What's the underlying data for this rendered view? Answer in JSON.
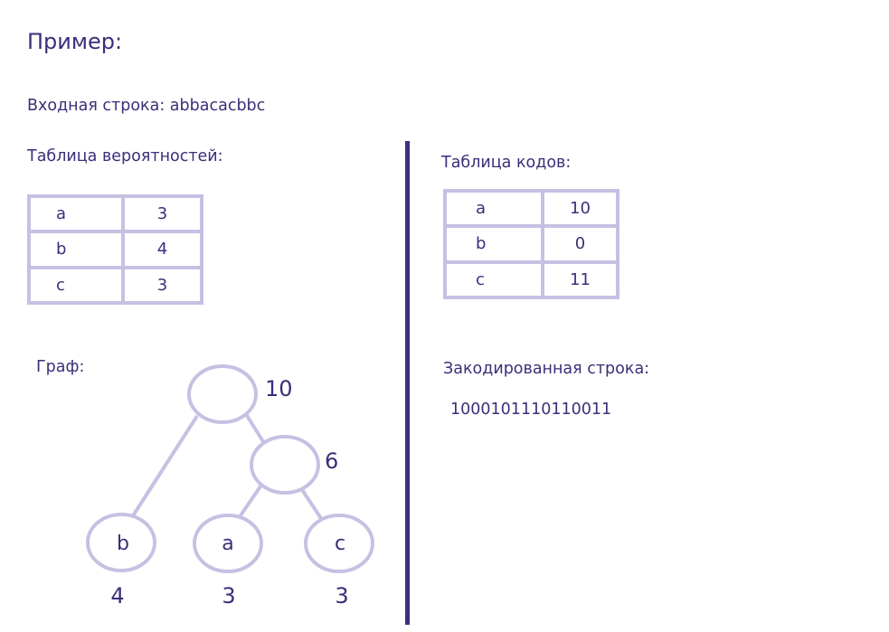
{
  "title": "Пример:",
  "input_string": {
    "text": "Входная строка: abbacacbbc"
  },
  "probability_table": {
    "heading": "Таблица вероятностей:",
    "rows": [
      {
        "symbol": "a",
        "value": "3"
      },
      {
        "symbol": "b",
        "value": "4"
      },
      {
        "symbol": "c",
        "value": "3"
      }
    ]
  },
  "code_table": {
    "heading": "Таблица кодов:",
    "rows": [
      {
        "symbol": "a",
        "code": "10"
      },
      {
        "symbol": "b",
        "code": "0"
      },
      {
        "symbol": "c",
        "code": "11"
      }
    ]
  },
  "encoded": {
    "heading": "Закодированная строка:",
    "value": "1000101110110011"
  },
  "graph": {
    "heading": "Граф:",
    "root_weight": "10",
    "inner_weight": "6",
    "leaves": [
      {
        "symbol": "b",
        "weight": "4"
      },
      {
        "symbol": "a",
        "weight": "3"
      },
      {
        "symbol": "c",
        "weight": "3"
      }
    ]
  },
  "colors": {
    "text": "#3a2f7a",
    "divider": "#3f2f7c",
    "outline": "#c5c1e3"
  }
}
